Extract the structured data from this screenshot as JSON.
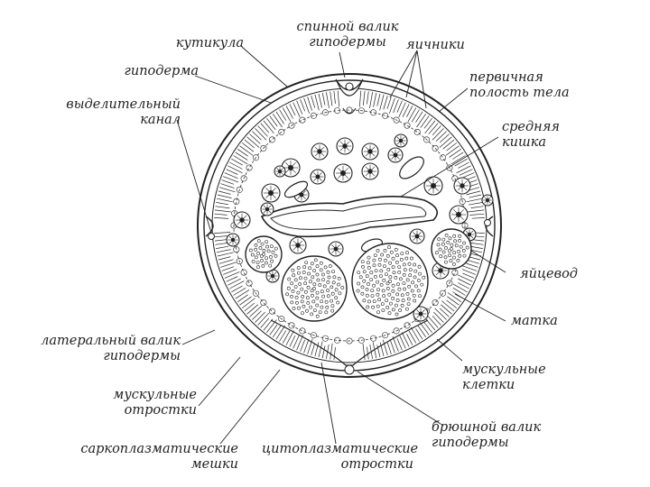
{
  "diagram": {
    "labels": {
      "cuticle": "кутикула",
      "dorsal_ridge_1": "спинной валик",
      "dorsal_ridge_2": "гиподермы",
      "ovaries": "яичники",
      "hypodermis": "гиподерма",
      "primary_cavity_1": "первичная",
      "primary_cavity_2": "полость тела",
      "excretory_1": "выделительный",
      "excretory_2": "канал",
      "midgut_1": "средняя",
      "midgut_2": "кишка",
      "oviduct": "яйцевод",
      "uterus": "матка",
      "lateral_1": "латеральный валик",
      "lateral_2": "гиподермы",
      "muscle_cells_1": "мускульные",
      "muscle_cells_2": "клетки",
      "muscle_proc_1": "мускульные",
      "muscle_proc_2": "отростки",
      "ventral_1": "брюшной валик",
      "ventral_2": "гиподермы",
      "sarco_1": "саркоплазматические",
      "sarco_2": "мешки",
      "cyto_1": "цитоплазматические",
      "cyto_2": "отростки"
    },
    "colors": {
      "ink": "#222222",
      "cell_fill": "#ffffff"
    }
  }
}
